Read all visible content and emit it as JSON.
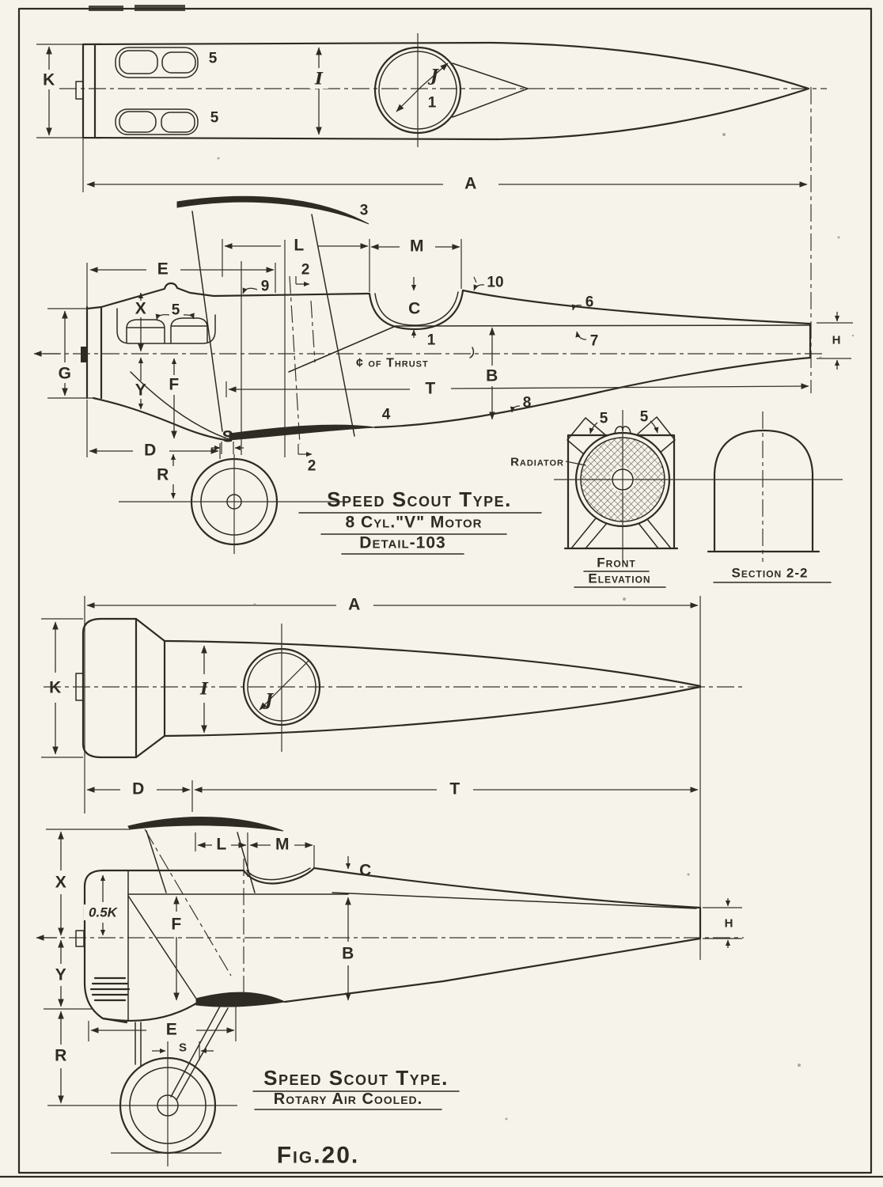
{
  "sheet": {
    "paper_color": "#f6f3ea",
    "ink_color": "#2e2b24",
    "fig_label": "Fig.20."
  },
  "plan_v8": {
    "dim_k": "K",
    "dim_i": "I",
    "dim_a": "A",
    "label_5_top": "5",
    "label_5_bottom": "5",
    "label_j": "J",
    "label_1": "1"
  },
  "side_v8": {
    "dim_e": "E",
    "dim_l": "L",
    "dim_m": "M",
    "dim_c": "C",
    "dim_g": "G",
    "dim_x": "X",
    "dim_y": "Y",
    "dim_f": "F",
    "dim_d": "D",
    "dim_s": "S",
    "dim_r": "R",
    "dim_t": "T",
    "dim_b": "B",
    "dim_h": "H",
    "label_1": "1",
    "label_2_top": "2",
    "label_2_bottom": "2",
    "label_3": "3",
    "label_4": "4",
    "label_5": "5",
    "label_6": "6",
    "label_7": "7",
    "label_8": "8",
    "label_9": "9",
    "label_10": "10",
    "thrust_label": "¢ of Thrust"
  },
  "title_v8": {
    "line1": "Speed Scout Type.",
    "line2": "8 Cyl.\"V\" Motor",
    "line3": "Detail-103"
  },
  "front_elevation": {
    "radiator_label": "Radiator",
    "bank_left": "5",
    "bank_right": "5",
    "caption1": "Front",
    "caption2": "Elevation"
  },
  "section_2_2": {
    "caption": "Section 2-2"
  },
  "plan_rotary": {
    "dim_a": "A",
    "dim_k": "K",
    "dim_i": "I",
    "dim_d": "D",
    "dim_t": "T",
    "label_j": "J"
  },
  "side_rotary": {
    "dim_l": "L",
    "dim_m": "M",
    "dim_c": "C",
    "dim_x": "X",
    "dim_half_k": "0.5K",
    "dim_f": "F",
    "dim_b": "B",
    "dim_h": "H",
    "dim_y": "Y",
    "dim_e": "E",
    "dim_s": "S",
    "dim_r": "R"
  },
  "title_rotary": {
    "line1": "Speed Scout Type.",
    "line2": "Rotary Air Cooled."
  }
}
